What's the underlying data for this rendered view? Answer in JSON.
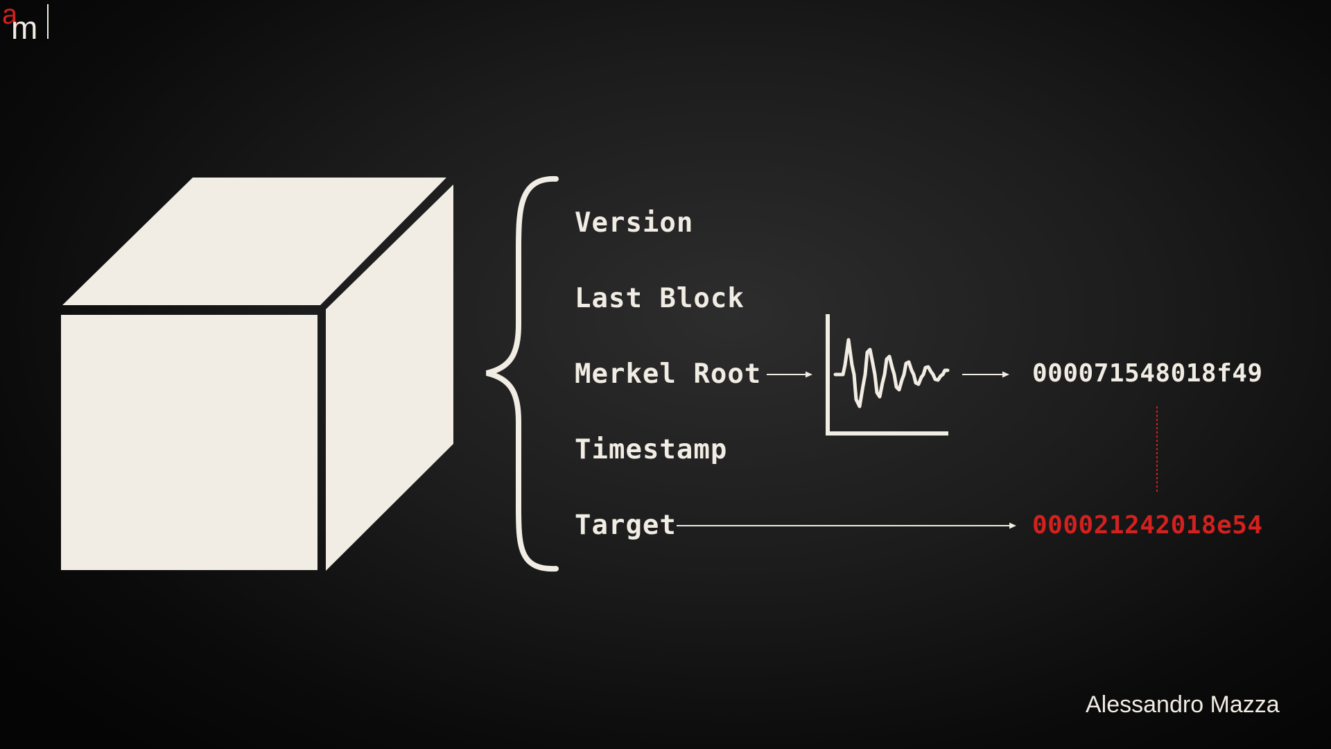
{
  "fields": {
    "version": "Version",
    "last_block": "Last Block",
    "merkel_root": "Merkel Root",
    "timestamp": "Timestamp",
    "target": "Target"
  },
  "hashes": {
    "block_hash": "000071548018f49",
    "target_hash": "000021242018e54"
  },
  "brand": {
    "logo_text": "am",
    "name": "Alessandro Mazza"
  },
  "colors": {
    "background": "#141414",
    "foreground": "#f1ede4",
    "accent_red": "#d3211f"
  },
  "icons": {
    "block": "cube-icon",
    "hash_function": "waveform-graph-icon",
    "grouping": "curly-brace"
  }
}
